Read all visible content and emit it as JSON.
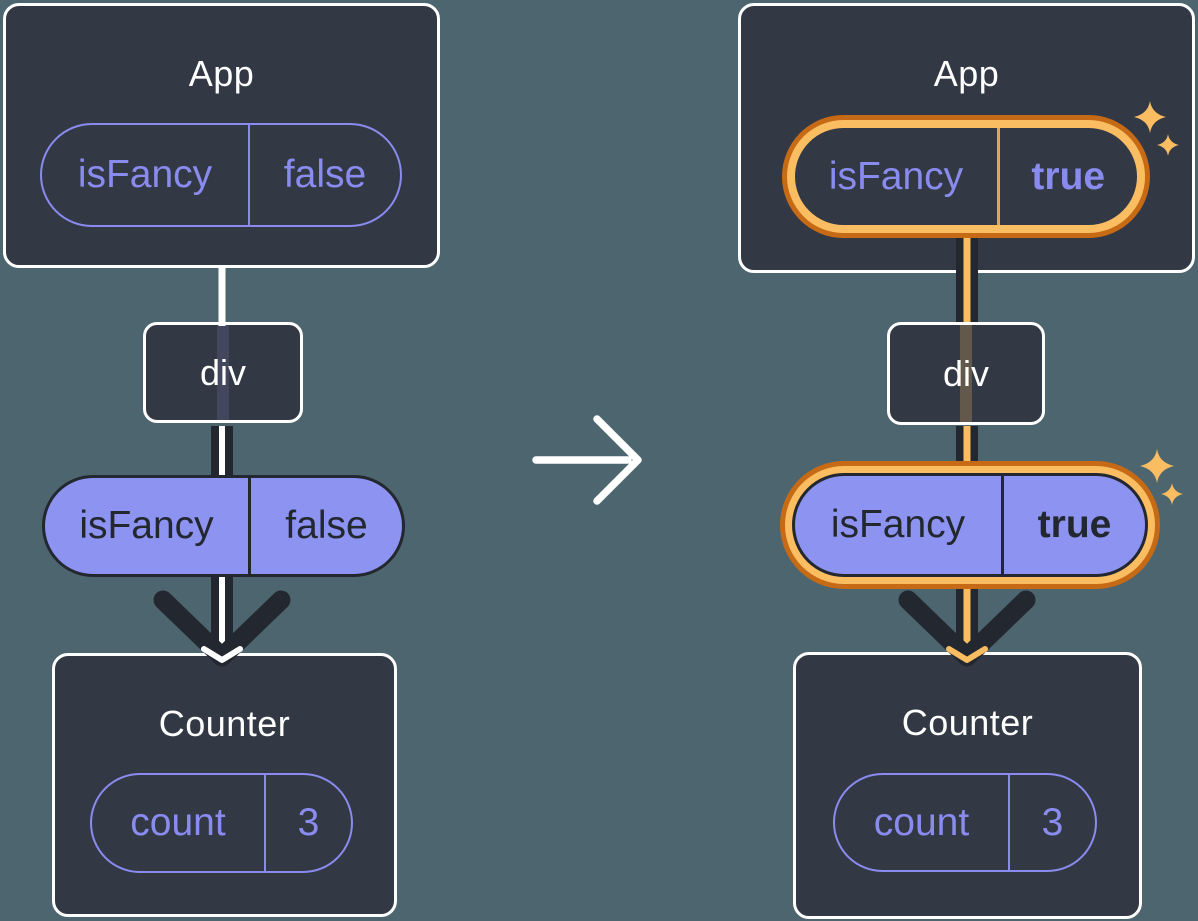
{
  "colors": {
    "background": "#4D656E",
    "card": "#323945",
    "card_border": "#FFFFFF",
    "purple": "#8A8BEF",
    "purple_fill": "#8C93F0",
    "ink_dark": "#23272F",
    "highlight_orange": "#FABD62",
    "highlight_orange_dark": "#C76A15"
  },
  "before": {
    "app": {
      "title": "App",
      "state_pill": {
        "name": "isFancy",
        "value": "false"
      }
    },
    "div_node": {
      "label": "div"
    },
    "prop_pill": {
      "name": "isFancy",
      "value": "false"
    },
    "counter": {
      "title": "Counter",
      "state_pill": {
        "name": "count",
        "value": "3"
      }
    }
  },
  "after": {
    "app": {
      "title": "App",
      "state_pill": {
        "name": "isFancy",
        "value": "true"
      }
    },
    "div_node": {
      "label": "div"
    },
    "prop_pill": {
      "name": "isFancy",
      "value": "true"
    },
    "counter": {
      "title": "Counter",
      "state_pill": {
        "name": "count",
        "value": "3"
      }
    }
  },
  "icons": {
    "transition_arrow": "right-arrow",
    "sparkles": "four-point-star"
  }
}
